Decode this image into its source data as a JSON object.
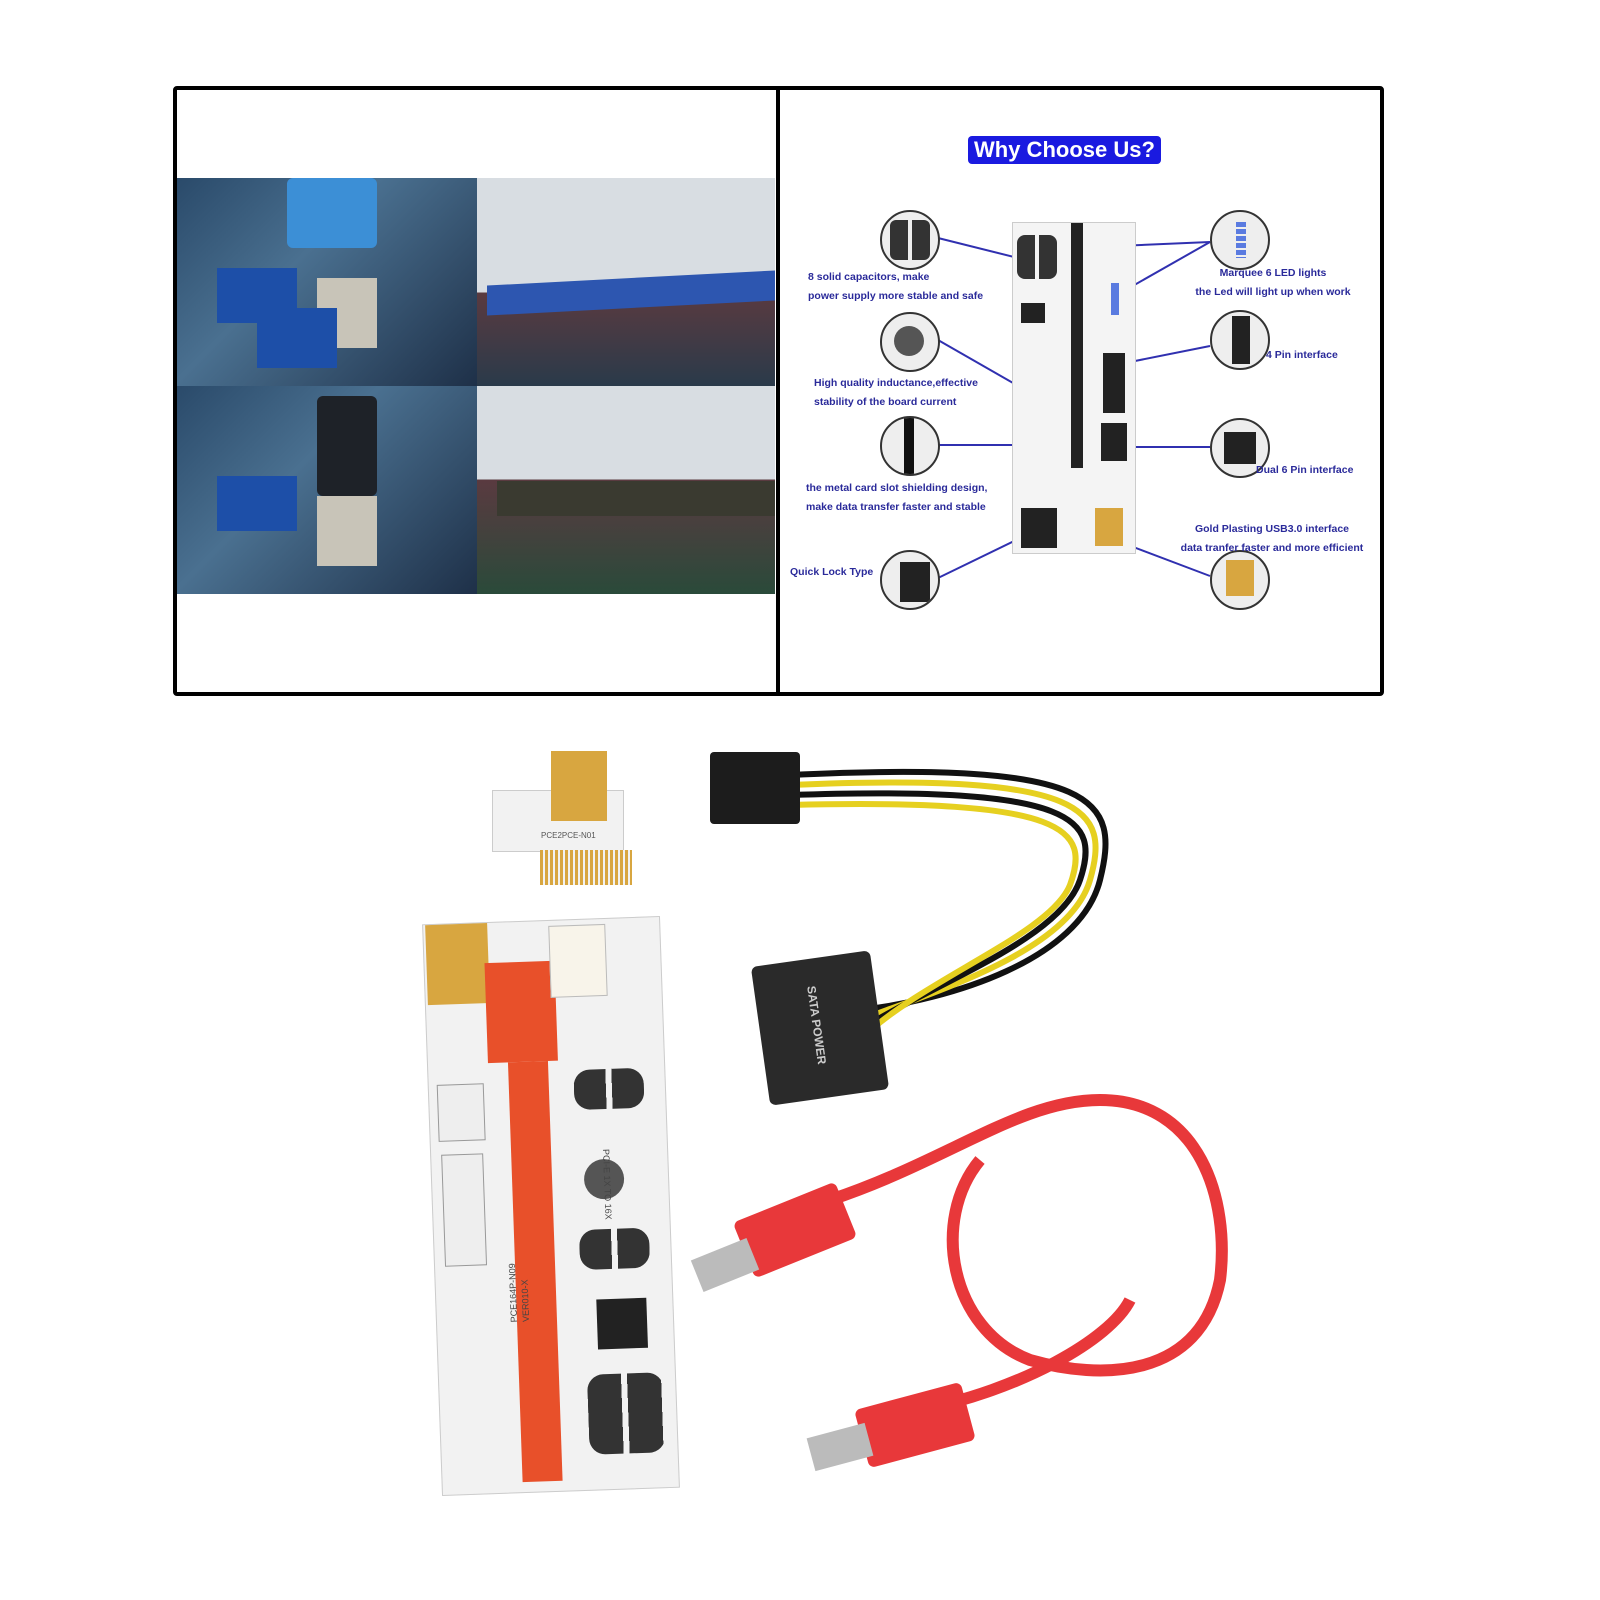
{
  "top_panel": {
    "title": "Why Choose Us?",
    "features": [
      {
        "icon": "capacitor-icon",
        "lines": [
          "8 solid capacitors, make",
          "power supply more  stable and safe"
        ]
      },
      {
        "icon": "inductor-icon",
        "lines": [
          "High quality inductance,effective",
          "stability of the board current"
        ]
      },
      {
        "icon": "card-slot-icon",
        "lines": [
          "the metal card slot shielding design,",
          "make data transfer faster and stable"
        ]
      },
      {
        "icon": "quick-lock-icon",
        "lines": [
          "Quick Lock Type"
        ]
      },
      {
        "icon": "led-icon",
        "lines": [
          "Marquee 6 LED lights",
          "the Led will light up when work"
        ]
      },
      {
        "icon": "4-pin-connector-icon",
        "lines": [
          "4 Pin interface"
        ]
      },
      {
        "icon": "6-pin-connector-icon",
        "lines": [
          "Dual 6 Pin interface"
        ]
      },
      {
        "icon": "usb-port-icon",
        "lines": [
          "Gold Plasting USB3.0 interface",
          "data tranfer faster and more efficient"
        ]
      }
    ],
    "colors": {
      "title_bg": "#1a1ae0",
      "annotation": "#2a2a9a"
    }
  },
  "product": {
    "sata_label": "SATA POWER",
    "board_label": "PCI-E 1X TO 16X",
    "board_model": "PCE164P-N09",
    "board_version": "VER010-X",
    "adapter_label": "PCE2PCE-N01",
    "colors": {
      "usb_cable": "#e8383a",
      "slot": "#e8502a",
      "board": "#f2f2f2",
      "gold": "#d8a640"
    }
  }
}
